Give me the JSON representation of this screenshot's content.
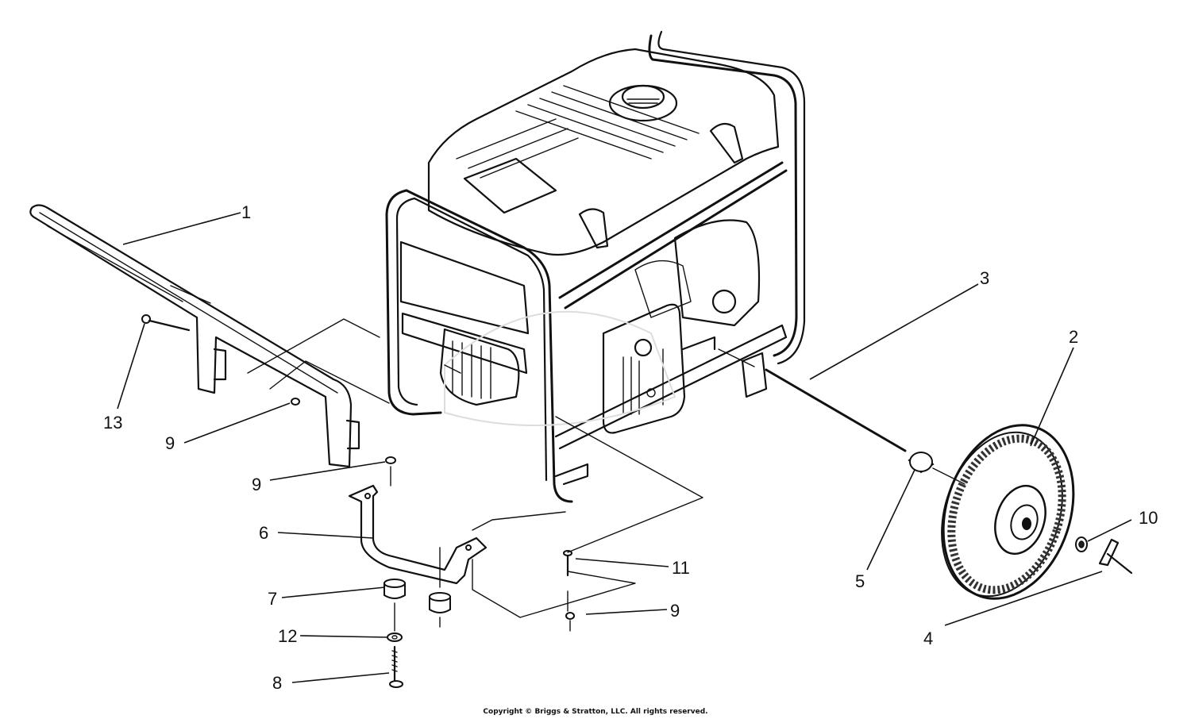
{
  "callouts": [
    {
      "id": "c1",
      "label": "1"
    },
    {
      "id": "c2",
      "label": "2"
    },
    {
      "id": "c3",
      "label": "3"
    },
    {
      "id": "c4",
      "label": "4"
    },
    {
      "id": "c5",
      "label": "5"
    },
    {
      "id": "c6",
      "label": "6"
    },
    {
      "id": "c7",
      "label": "7"
    },
    {
      "id": "c8",
      "label": "8"
    },
    {
      "id": "c9a",
      "label": "9"
    },
    {
      "id": "c9b",
      "label": "9"
    },
    {
      "id": "c9c",
      "label": "9"
    },
    {
      "id": "c10",
      "label": "10"
    },
    {
      "id": "c11",
      "label": "11"
    },
    {
      "id": "c12",
      "label": "12"
    },
    {
      "id": "c13",
      "label": "13"
    }
  ],
  "copyright": "Copyright © Briggs & Stratton, LLC. All rights reserved."
}
